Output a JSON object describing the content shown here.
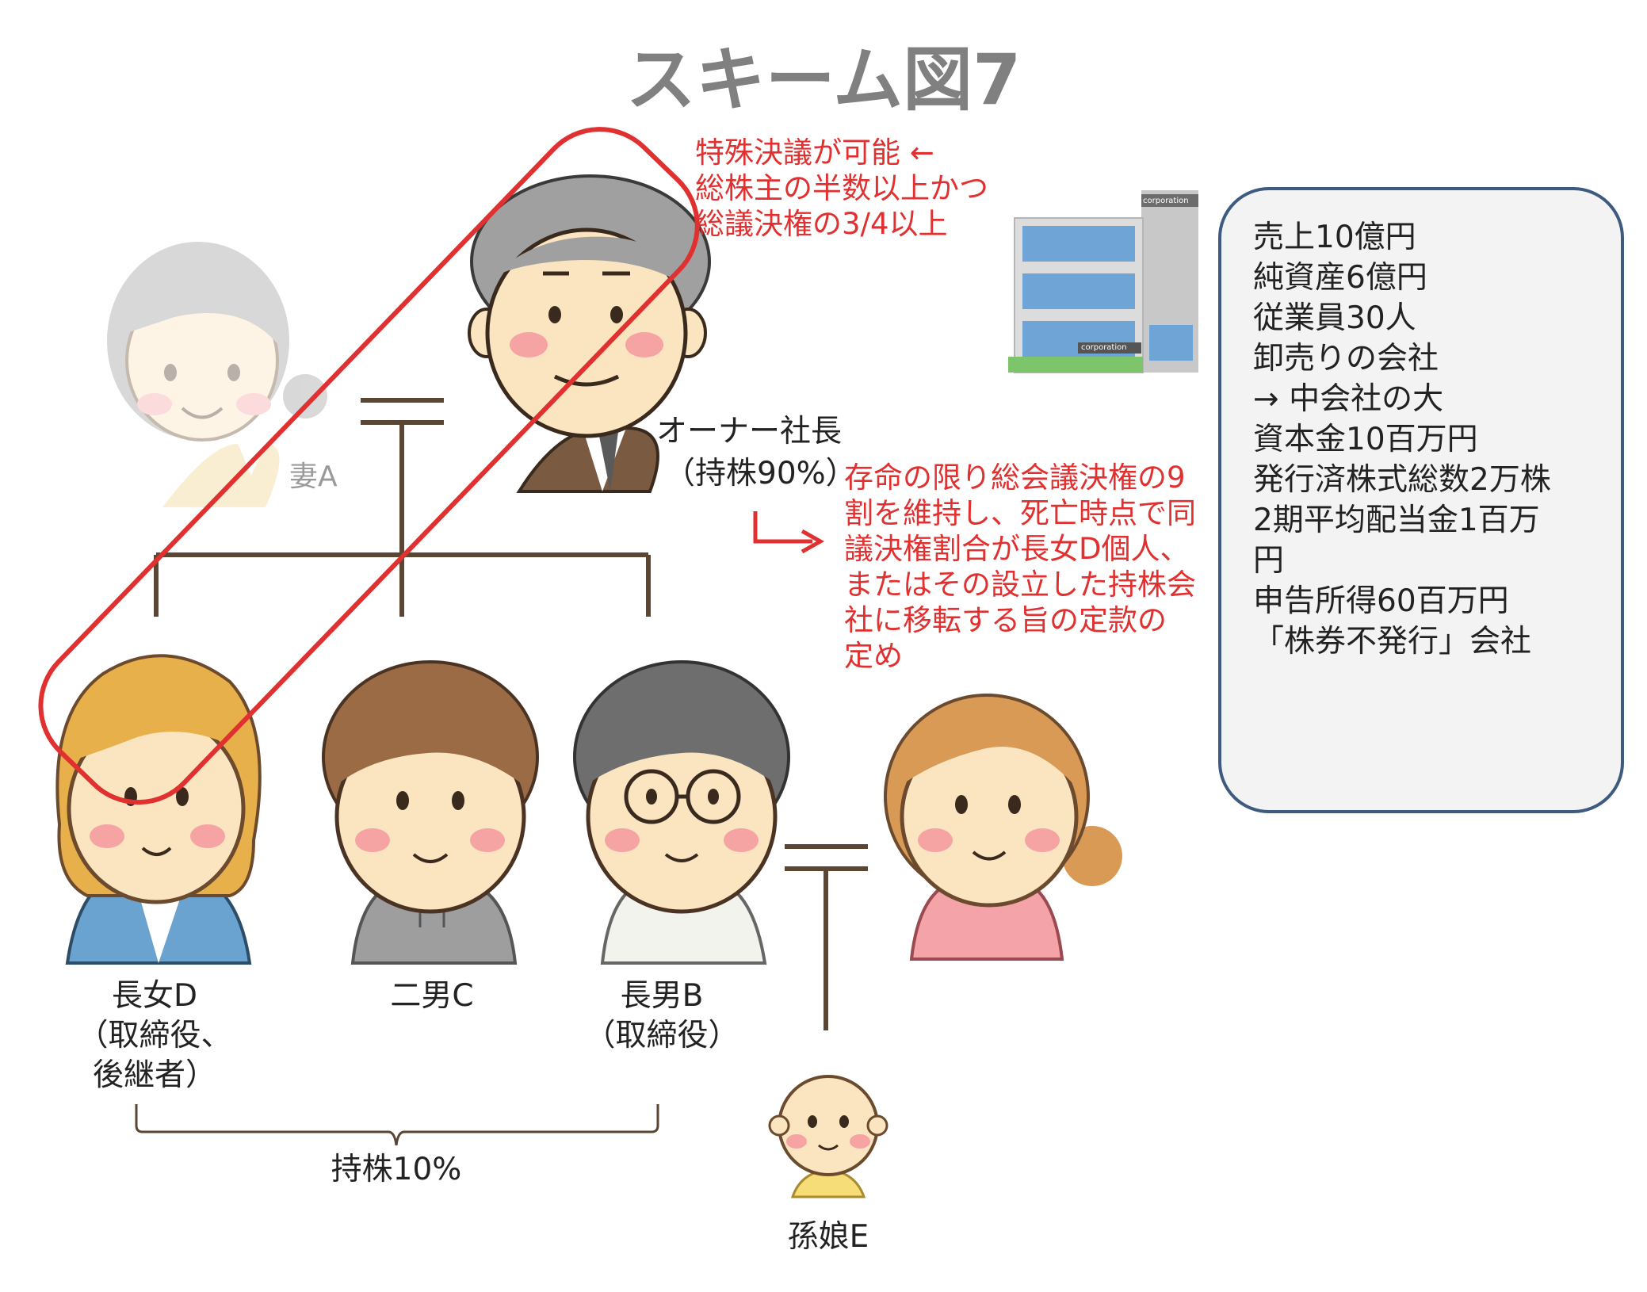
{
  "title": "スキーム図7",
  "annotations": {
    "special_resolution": [
      "特殊決議が可能 ←",
      "総株主の半数以上かつ",
      "総議決権の3/4以上"
    ],
    "articles_provision": [
      "存命の限り総会議決権の9",
      "割を維持し、死亡時点で同",
      "議決権割合が長女D個人、",
      "またはその設立した持株会",
      "社に移転する旨の定款の",
      "定め"
    ]
  },
  "people": {
    "wife": "妻A",
    "owner": [
      "オーナー社長",
      "（持株90%）"
    ],
    "eldest_daughter": [
      "長女D",
      "（取締役、",
      "後継者）"
    ],
    "second_son": "二男C",
    "eldest_son": [
      "長男B",
      "（取締役）"
    ],
    "granddaughter": "孫娘E"
  },
  "shareholding_children": "持株10%",
  "building_signs": [
    "corporation",
    "corporation"
  ],
  "company_info": {
    "lines": [
      "売上10億円",
      "純資産6億円",
      "従業員30人",
      "卸売りの会社",
      "",
      "→ 中会社の大",
      "",
      "資本金10百万円",
      "発行済株式総数2万株",
      "2期平均配当金1百万",
      "円",
      "申告所得60百万円",
      "",
      "「株券不発行」会社"
    ]
  },
  "colors": {
    "highlight_red": "#e03030",
    "box_border": "#3d5a80",
    "title_gray": "#808080",
    "line_brown": "#5a4632"
  }
}
